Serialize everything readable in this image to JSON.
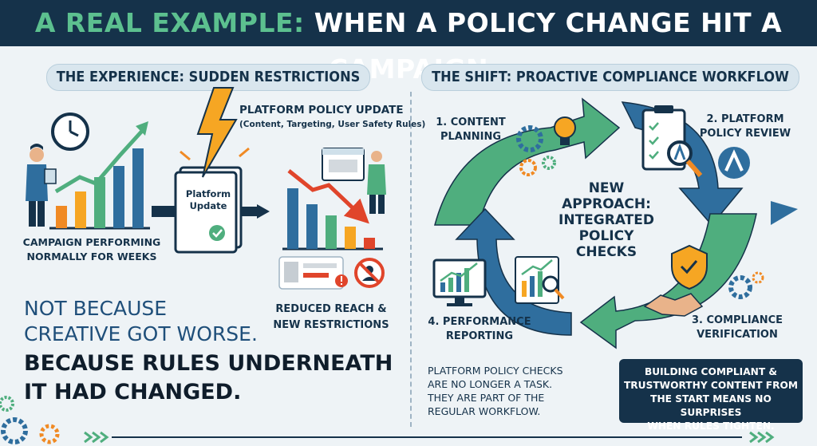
{
  "title": {
    "part1": "A REAL EXAMPLE:",
    "part2": "WHEN A POLICY CHANGE HIT A CAMPAIGN"
  },
  "left": {
    "header": "THE EXPERIENCE: SUDDEN RESTRICTIONS",
    "policy_update_title": "PLATFORM POLICY UPDATE",
    "policy_update_sub": "(Content, Targeting, User Safety Rules)",
    "doc_line1": "Platform",
    "doc_line2": "Update",
    "perf_line1": "CAMPAIGN PERFORMING",
    "perf_line2": "NORMALLY FOR WEEKS",
    "reduced_line1": "REDUCED REACH &",
    "reduced_line2": "NEW RESTRICTIONS",
    "not_line1": "NOT BECAUSE",
    "not_line2": "CREATIVE GOT WORSE.",
    "because_line1": "BECAUSE RULES UNDERNEATH",
    "because_line2": "IT HAD CHANGED."
  },
  "right": {
    "header": "THE SHIFT: PROACTIVE COMPLIANCE WORKFLOW",
    "step1_line1": "1. CONTENT",
    "step1_line2": "PLANNING",
    "step2_line1": "2. PLATFORM",
    "step2_line2": "POLICY REVIEW",
    "step3_line1": "3. COMPLIANCE",
    "step3_line2": "VERIFICATION",
    "step4_line1": "4. PERFORMANCE",
    "step4_line2": "REPORTING",
    "center_line1": "NEW",
    "center_line2": "APPROACH:",
    "center_line3": "INTEGRATED",
    "center_line4": "POLICY",
    "center_line5": "CHECKS",
    "note_line1": "PLATFORM POLICY CHECKS",
    "note_line2": "ARE NO LONGER A TASK.",
    "note_line3": "THEY ARE PART OF THE",
    "note_line4": "REGULAR WORKFLOW.",
    "callout_line1": "BUILDING COMPLIANT &",
    "callout_line2": "TRUSTWORTHY CONTENT FROM",
    "callout_line3": "THE START MEANS NO SURPRISES",
    "callout_line4": "WHEN RULES TIGHTEN."
  },
  "colors": {
    "navy": "#15324a",
    "green": "#4fae7e",
    "blue": "#2f6e9e",
    "orange": "#f08a24",
    "red": "#e0452b",
    "amber": "#f6a623"
  },
  "icons": [
    "clock-icon",
    "person-icon",
    "lightning-icon",
    "shield-check-icon",
    "lightbulb-icon",
    "gear-icon",
    "clipboard-icon",
    "magnifier-icon",
    "monitor-chart-icon",
    "handshake-icon",
    "no-entry-icon",
    "warning-icon",
    "chevrons-icon"
  ]
}
